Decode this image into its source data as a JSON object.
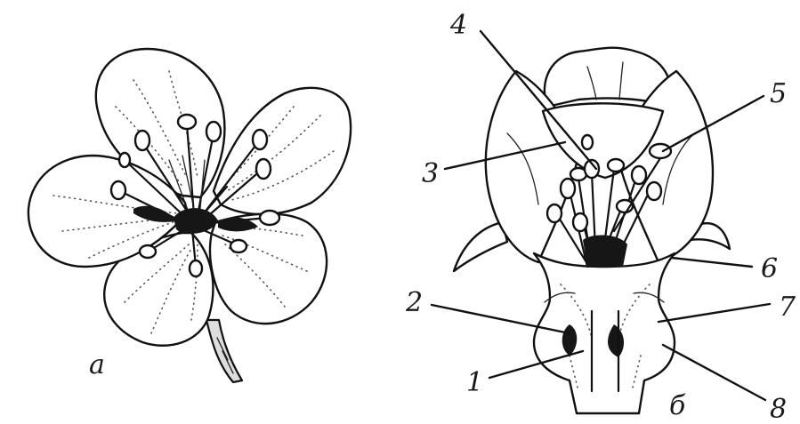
{
  "figure": {
    "panel_a_label": "а",
    "panel_b_label": "б",
    "callouts": [
      {
        "id": "1",
        "text": "1"
      },
      {
        "id": "2",
        "text": "2"
      },
      {
        "id": "3",
        "text": "3"
      },
      {
        "id": "4",
        "text": "4"
      },
      {
        "id": "5",
        "text": "5"
      },
      {
        "id": "6",
        "text": "6"
      },
      {
        "id": "7",
        "text": "7"
      },
      {
        "id": "8",
        "text": "8"
      }
    ]
  }
}
